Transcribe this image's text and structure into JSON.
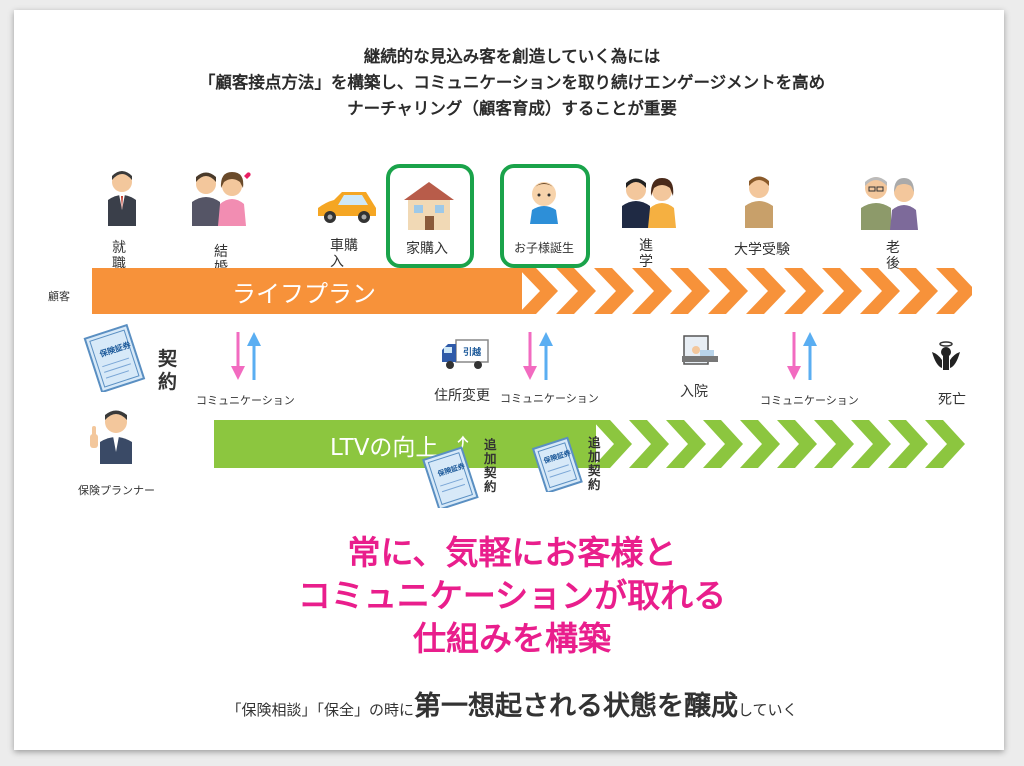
{
  "header": {
    "line1": "継続的な見込み客を創造していく為には",
    "line2": "「顧客接点方法」を構築し、コミュニケーションを取り続けエンゲージメントを高め",
    "line3": "ナーチャリング（顧客育成）することが重要"
  },
  "life_events": {
    "shushoku": "就職",
    "kekkon": "結婚",
    "kuruma": "車購入",
    "ie": "家購入",
    "kodomo": "お子様誕生",
    "shingaku": "進学",
    "daigaku": "大学受験",
    "rougo": "老後"
  },
  "customer_label": "顧客",
  "life_plan_label": "ライフプラン",
  "contract_label": "契約",
  "planner_label": "保険プランナー",
  "communication_label": "コミュニケーション",
  "events2": {
    "jusho": "住所変更",
    "nyuin": "入院",
    "shibo": "死亡"
  },
  "ltv_label": "LTVの向上",
  "ltv_arrow": "⤴",
  "additional_contract": "追加契約",
  "certificate_text": "保険証券",
  "message": {
    "line1": "常に、気軽にお客様と",
    "line2": "コミュニケーションが取れる",
    "line3": "仕組みを構築"
  },
  "footer": {
    "prefix": "「保険相談」「保全」の時に",
    "emphasis": "第一想起される状態を醸成",
    "suffix": "していく"
  },
  "colors": {
    "orange": "#f7923a",
    "green": "#8cc63f",
    "pink": "#e91e8c",
    "frame_green": "#1aa34a",
    "arrow_pink": "#f26bc0",
    "arrow_blue": "#5aaef2"
  }
}
